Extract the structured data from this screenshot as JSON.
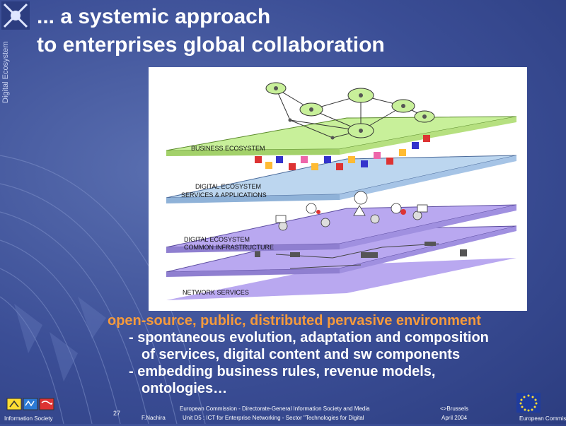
{
  "title": {
    "line1": "... a systemic approach",
    "line2": "to enterprises global collaboration"
  },
  "side_label": "Digital Ecosystem",
  "diagram": {
    "layers": [
      {
        "label_lines": [
          "BUSINESS ECOSYSTEM"
        ],
        "color": "#c8f09a"
      },
      {
        "label_lines": [
          "DIGITAL ECOSYSTEM",
          "SERVICES & APPLICATIONS"
        ],
        "color": "#bcd6ef"
      },
      {
        "label_lines": [
          "DIGITAL ECOSYSTEM",
          "COMMON INFRASTRUCTURE"
        ],
        "color": "#b9a8f0"
      },
      {
        "label_lines": [
          "NETWORK SERVICES"
        ],
        "color": "#b9a8f0"
      }
    ]
  },
  "bullets": {
    "main": "open-source, public, distributed pervasive environment",
    "line1": "- spontaneous evolution, adaptation and composition",
    "line2": "of services, digital content and sw components",
    "line3": "- embedding business rules, revenue models,",
    "line4": "ontologies…"
  },
  "footer": {
    "page_number": "27",
    "org": "European Commission - Directorate-General Information Society and Media",
    "location": "<>Brussels",
    "author": "F.Nachira",
    "unit": "Unit D5 : ICT for Enterprise Networking - Sector \"Technologies for Digital",
    "date": "April 2004",
    "left_logo_text": "Information Society",
    "right_logo_text": "European Commission"
  },
  "colors": {
    "background": "#3b4e96",
    "title": "#ffffff",
    "accent": "#f59a3c"
  }
}
